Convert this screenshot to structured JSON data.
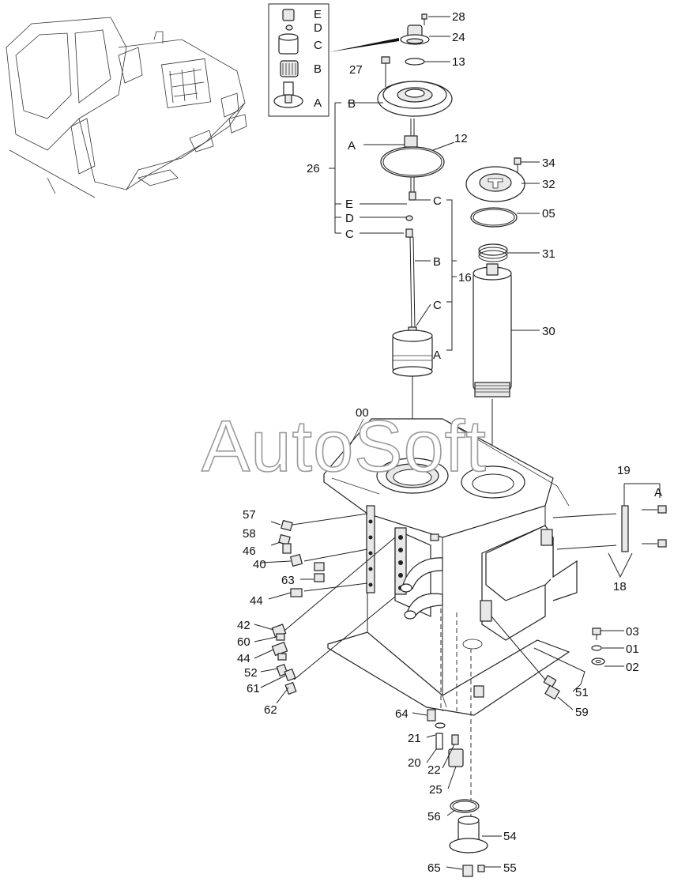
{
  "watermark": "AutoSoft",
  "inset_letters": [
    "E",
    "D",
    "C",
    "B",
    "A"
  ],
  "labels": {
    "l28": "28",
    "l24": "24",
    "l27": "27",
    "l13": "13",
    "lB1": "B",
    "lA1": "A",
    "l26": "26",
    "l12": "12",
    "lE2": "E",
    "lD2": "D",
    "lC2": "C",
    "lC3": "C",
    "lB3": "B",
    "l16": "16",
    "lC4": "C",
    "lA4": "A",
    "l34": "34",
    "l32": "32",
    "l05": "05",
    "l31": "31",
    "l30": "30",
    "l00": "00",
    "l19": "19",
    "lA5": "A",
    "l18": "18",
    "l57": "57",
    "l58": "58",
    "l46": "46",
    "l40": "40",
    "l63": "63",
    "l44a": "44",
    "l42": "42",
    "l60": "60",
    "l44b": "44",
    "l52": "52",
    "l61": "61",
    "l62": "62",
    "l03": "03",
    "l01": "01",
    "l02": "02",
    "l51": "51",
    "l59": "59",
    "l64": "64",
    "l21": "21",
    "l20": "20",
    "l22": "22",
    "l25": "25",
    "l56": "56",
    "l54": "54",
    "l65": "65",
    "l55": "55"
  }
}
